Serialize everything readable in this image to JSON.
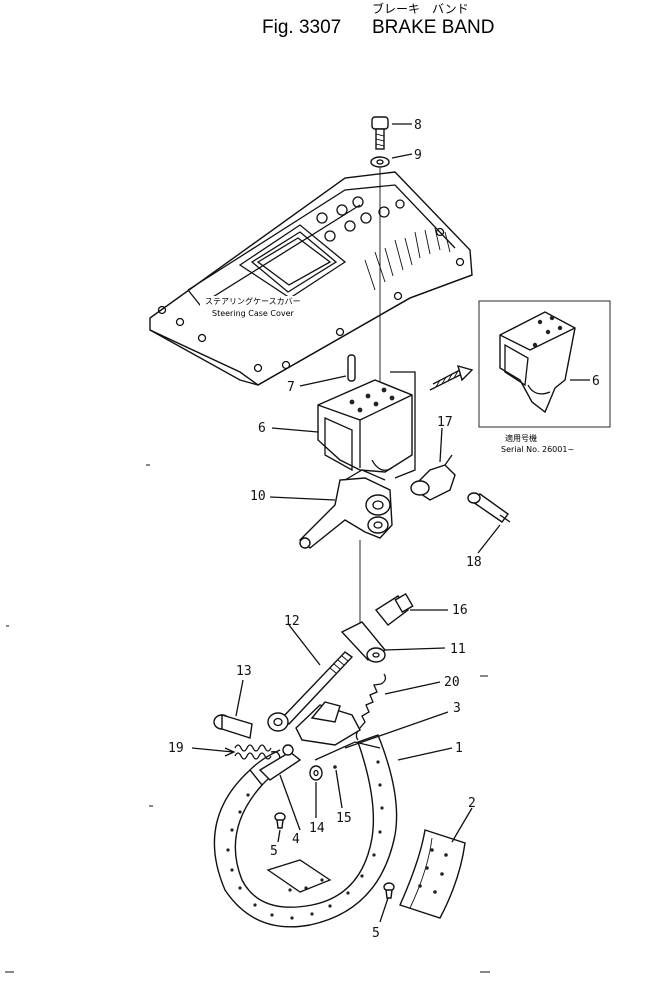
{
  "header": {
    "fig_label": "Fig. 3307",
    "jp_title": "ブレーキ　バンド",
    "en_title": "BRAKE BAND"
  },
  "labels": {
    "case_cover_jp": "ステアリングケースカバー",
    "case_cover_en": "Steering Case Cover",
    "serial_jp": "適用号機",
    "serial_en": "Serial No. 26001~"
  },
  "parts": {
    "p1": "1",
    "p2": "2",
    "p3": "3",
    "p4": "4",
    "p5a": "5",
    "p5b": "5",
    "p6a": "6",
    "p6b": "6",
    "p7": "7",
    "p8": "8",
    "p9": "9",
    "p10": "10",
    "p11": "11",
    "p12": "12",
    "p13": "13",
    "p14": "14",
    "p15": "15",
    "p16": "16",
    "p17": "17",
    "p18": "18",
    "p19": "19",
    "p20": "20"
  }
}
